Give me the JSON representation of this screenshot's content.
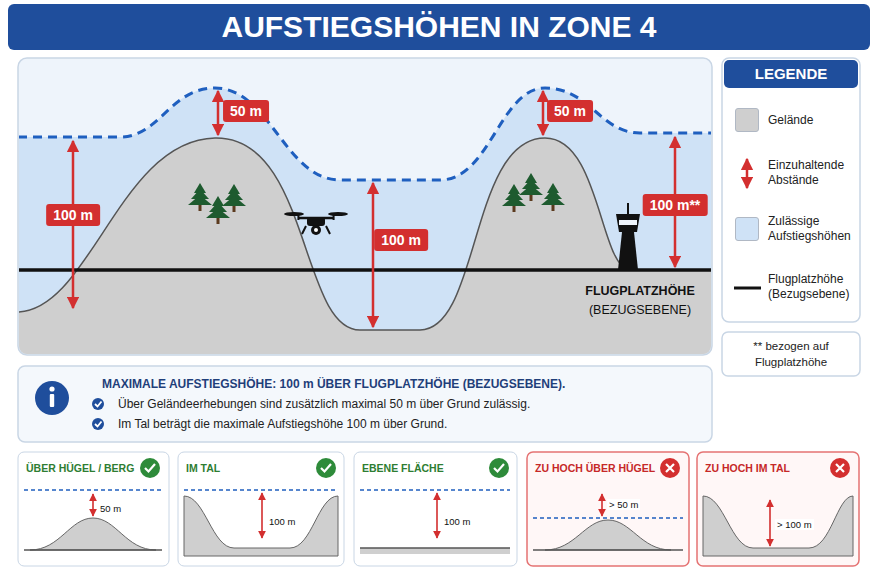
{
  "diagram": {
    "title": "AUFSTIEGSHÖHEN IN ZONE 4",
    "nodes": [
      {
        "text": [
          "LEGENDE"
        ]
      },
      {
        "text": [
          "** bezogen auf Flugplatzhöhe"
        ]
      },
      {
        "text": [
          "MAXIMALE AUFSTIEGSHÖHE: 100 m ÜBER FLUGPLATZHÖHE (BEZUGSEBENE).",
          "Über Geländeerhebungen sind zusätzlich maximal 50 m über Grund zulässig.",
          "Im Tal beträgt die maximale Aufstiegshöhe 100 m über Grund."
        ]
      },
      {
        "text": [
          "ÜBER HÜGEL / BERG",
          "50 m"
        ]
      },
      {
        "text": [
          "IM TAL",
          "100 m"
        ]
      },
      {
        "text": [
          "EBENE FLÄCHE",
          "100 m"
        ]
      },
      {
        "text": [
          "ZU HOCH ÜBER HÜGEL",
          "> 50 m"
        ]
      },
      {
        "text": [
          "ZU HOCH IM TAL",
          "> 100 m"
        ]
      }
    ],
    "labels": [
      "50 m",
      "50 m",
      "100 m",
      "100 m",
      "100 m**",
      "FLUGPLATZHÖHE",
      "(BEZUGSEBENE)"
    ],
    "legend": [
      {
        "text": "Gelände",
        "color": "#cfcfcf"
      },
      {
        "text": "Einzuhaltende Abstände"
      },
      {
        "text": "Zulässige Aufstiegshöhen",
        "color": "#cfe2f6"
      },
      {
        "text": "Flugplatzhöhe (Bezugsebene)"
      }
    ]
  }
}
